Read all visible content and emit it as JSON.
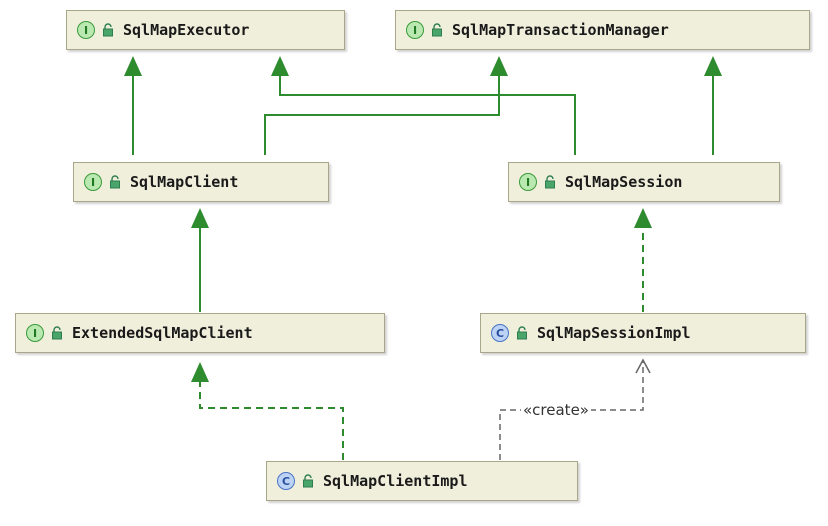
{
  "colors": {
    "node_fill": "#f0efdc",
    "node_border": "#a9a68a",
    "inheritance_edge": "#2e8b2e",
    "dependency_edge": "#666666",
    "interface_badge": "#b9e8b0",
    "class_badge": "#bcd3f5"
  },
  "nodes": {
    "executor": {
      "kind": "interface",
      "badge": "I",
      "icon": "lock-icon",
      "name": "SqlMapExecutor"
    },
    "txmanager": {
      "kind": "interface",
      "badge": "I",
      "icon": "lock-icon",
      "name": "SqlMapTransactionManager"
    },
    "client": {
      "kind": "interface",
      "badge": "I",
      "icon": "lock-icon",
      "name": "SqlMapClient"
    },
    "session": {
      "kind": "interface",
      "badge": "I",
      "icon": "lock-icon",
      "name": "SqlMapSession"
    },
    "extclient": {
      "kind": "interface",
      "badge": "I",
      "icon": "lock-icon",
      "name": "ExtendedSqlMapClient"
    },
    "sessionimpl": {
      "kind": "class",
      "badge": "C",
      "icon": "lock-icon",
      "name": "SqlMapSessionImpl"
    },
    "clientimpl": {
      "kind": "class",
      "badge": "C",
      "icon": "lock-icon",
      "name": "SqlMapClientImpl"
    }
  },
  "edges": [
    {
      "from": "client",
      "to": "executor",
      "type": "extends"
    },
    {
      "from": "client",
      "to": "txmanager",
      "type": "extends"
    },
    {
      "from": "session",
      "to": "executor",
      "type": "extends"
    },
    {
      "from": "session",
      "to": "txmanager",
      "type": "extends"
    },
    {
      "from": "extclient",
      "to": "client",
      "type": "extends"
    },
    {
      "from": "sessionimpl",
      "to": "session",
      "type": "implements"
    },
    {
      "from": "clientimpl",
      "to": "extclient",
      "type": "implements"
    },
    {
      "from": "clientimpl",
      "to": "sessionimpl",
      "type": "dependency",
      "label": "«create»"
    }
  ]
}
